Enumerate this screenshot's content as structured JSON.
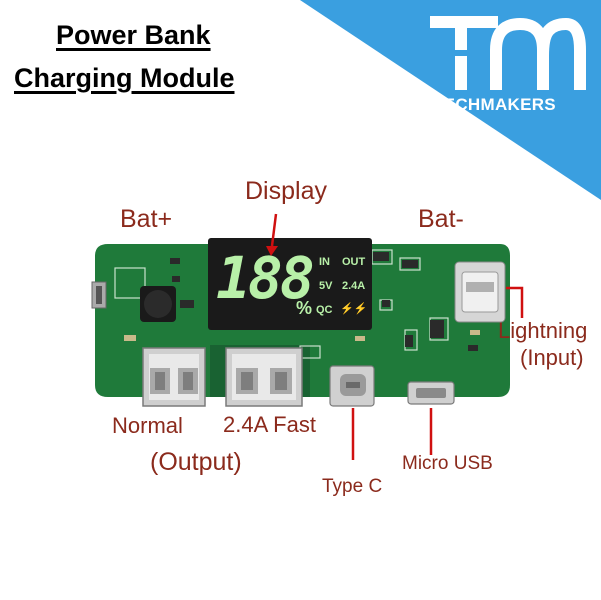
{
  "title": {
    "line1": "Power Bank",
    "line2": "Charging Module"
  },
  "brand": {
    "logo_mark": "TM",
    "name": "TECHMAKERS",
    "color": "#3a9fe0"
  },
  "labels": {
    "display": "Display",
    "bat_plus": "Bat+",
    "bat_minus": "Bat-",
    "lightning": "Lightning",
    "input": "(Input)",
    "normal": "Normal",
    "fast": "2.4A Fast",
    "output": "(Output)",
    "type_c": "Type C",
    "micro_usb": "Micro USB"
  },
  "board": {
    "display_digits": "188",
    "percent": "%",
    "in": "IN",
    "out": "OUT",
    "volt": "5V",
    "amp": "2.4A",
    "qc": "QC",
    "bolt": "⚡⚡",
    "pcb_color": "#1f7a3a",
    "segment_color": "#b8f0a8"
  },
  "colors": {
    "label": "#8b2a1c",
    "arrow": "#d01010"
  }
}
